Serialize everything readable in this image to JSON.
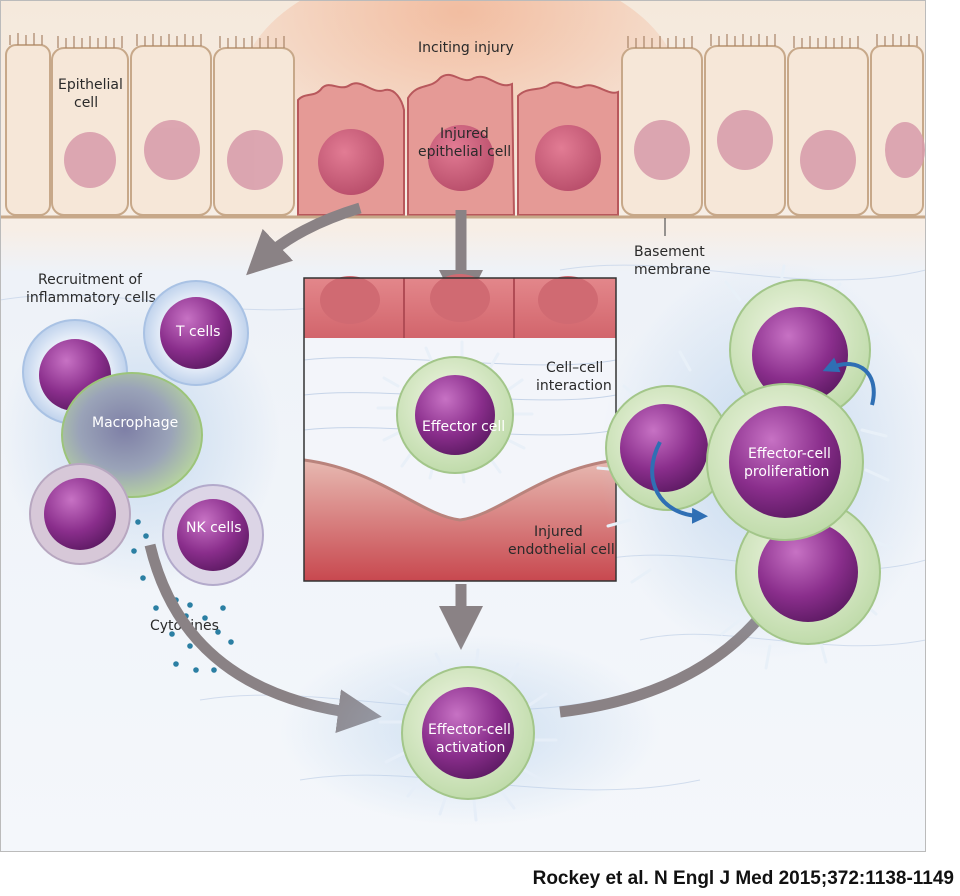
{
  "labels": {
    "inciting_injury": "Inciting injury",
    "epithelial_cell": [
      "Epithelial",
      "cell"
    ],
    "injured_epithelial_cell": [
      "Injured",
      "epithelial cell"
    ],
    "basement_membrane": [
      "Basement",
      "membrane"
    ],
    "recruitment": [
      "Recruitment of",
      "inflammatory cells"
    ],
    "t_cells": "T cells",
    "macrophage": "Macrophage",
    "nk_cells": "NK cells",
    "cytokines": "Cytokines",
    "cell_cell_interaction": [
      "Cell–cell",
      "interaction"
    ],
    "effector_cell": "Effector cell",
    "injured_endothelial_cell": [
      "Injured",
      "endothelial cell"
    ],
    "effector_cell_activation": [
      "Effector-cell",
      "activation"
    ],
    "effector_cell_proliferation": [
      "Effector-cell",
      "proliferation"
    ]
  },
  "citation": "Rockey et al. N Engl J Med 2015;372:1138-1149",
  "colors": {
    "epithelium_healthy": "#f6e7d8",
    "epithelium_injured": "#d96a6f",
    "nucleus": "#c9607a",
    "effector_cell_body": "#d7ebc8",
    "effector_nucleus": "#8a2e8c",
    "tissue_blue": "#c9dcef",
    "arrow_gray": "#8a8285",
    "arrow_blue": "#2f6fb4",
    "cytokine_dots": "#2b7fa3"
  }
}
